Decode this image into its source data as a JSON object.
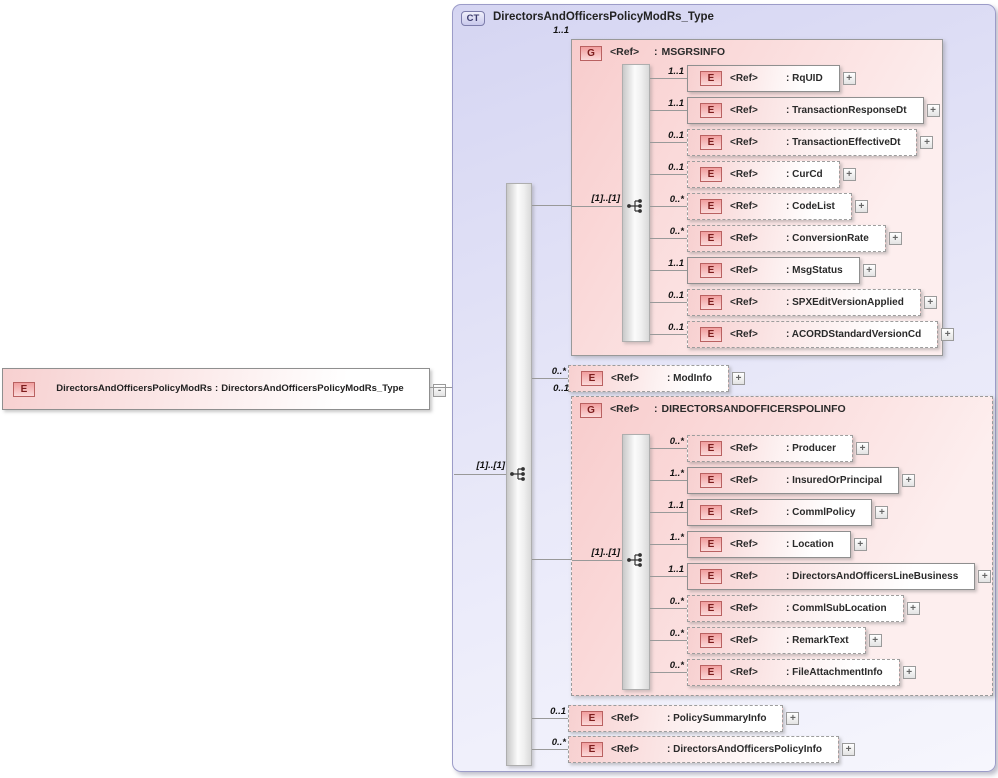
{
  "constants": {
    "expand_glyph": "+",
    "collapse_glyph": "-",
    "colon": ":"
  },
  "root_element": {
    "badge": "E",
    "name": "DirectorsAndOfficersPolicyModRs",
    "separator": ":",
    "type": "DirectorsAndOfficersPolicyModRs_Type"
  },
  "ct": {
    "badge": "CT",
    "title": "DirectorsAndOfficersPolicyModRs_Type",
    "occurrence": "[1]..[1]",
    "msgrsinfo": {
      "cardinality": "1..1",
      "badge": "G",
      "ref": "<Ref>",
      "name": "MSGRSINFO",
      "occurrence": "[1]..[1]",
      "children": [
        {
          "badge": "E",
          "cardinality": "1..1",
          "ref": "<Ref>",
          "label": ": RqUID"
        },
        {
          "badge": "E",
          "cardinality": "1..1",
          "ref": "<Ref>",
          "label": ": TransactionResponseDt"
        },
        {
          "badge": "E",
          "cardinality": "0..1",
          "ref": "<Ref>",
          "label": ": TransactionEffectiveDt"
        },
        {
          "badge": "E",
          "cardinality": "0..1",
          "ref": "<Ref>",
          "label": ": CurCd"
        },
        {
          "badge": "E",
          "cardinality": "0..*",
          "ref": "<Ref>",
          "label": ": CodeList"
        },
        {
          "badge": "E",
          "cardinality": "0..*",
          "ref": "<Ref>",
          "label": ": ConversionRate"
        },
        {
          "badge": "E",
          "cardinality": "1..1",
          "ref": "<Ref>",
          "label": ": MsgStatus"
        },
        {
          "badge": "E",
          "cardinality": "0..1",
          "ref": "<Ref>",
          "label": ": SPXEditVersionApplied"
        },
        {
          "badge": "E",
          "cardinality": "0..1",
          "ref": "<Ref>",
          "label": ": ACORDStandardVersionCd"
        }
      ]
    },
    "modinfo": {
      "badge": "E",
      "cardinality": "0..*",
      "ref": "<Ref>",
      "label": ": ModInfo"
    },
    "polinfo": {
      "cardinality": "0..1",
      "badge": "G",
      "ref": "<Ref>",
      "name": "DIRECTORSANDOFFICERSPOLINFO",
      "occurrence": "[1]..[1]",
      "children": [
        {
          "badge": "E",
          "cardinality": "0..*",
          "ref": "<Ref>",
          "label": ": Producer"
        },
        {
          "badge": "E",
          "cardinality": "1..*",
          "ref": "<Ref>",
          "label": ": InsuredOrPrincipal"
        },
        {
          "badge": "E",
          "cardinality": "1..1",
          "ref": "<Ref>",
          "label": ": CommlPolicy"
        },
        {
          "badge": "E",
          "cardinality": "1..*",
          "ref": "<Ref>",
          "label": ": Location"
        },
        {
          "badge": "E",
          "cardinality": "1..1",
          "ref": "<Ref>",
          "label": ": DirectorsAndOfficersLineBusiness"
        },
        {
          "badge": "E",
          "cardinality": "0..*",
          "ref": "<Ref>",
          "label": ": CommlSubLocation"
        },
        {
          "badge": "E",
          "cardinality": "0..*",
          "ref": "<Ref>",
          "label": ": RemarkText"
        },
        {
          "badge": "E",
          "cardinality": "0..*",
          "ref": "<Ref>",
          "label": ": FileAttachmentInfo"
        }
      ]
    },
    "policy_summary": {
      "badge": "E",
      "cardinality": "0..1",
      "ref": "<Ref>",
      "label": ": PolicySummaryInfo"
    },
    "dao_policy_info": {
      "badge": "E",
      "cardinality": "0..*",
      "ref": "<Ref>",
      "label": ": DirectorsAndOfficersPolicyInfo"
    }
  },
  "colors": {
    "container_fill": "#dcdcf6",
    "container_border": "#9c9cc8",
    "group_fill": "#f8cccc",
    "element_fill": "#f7d0d0",
    "badge_fill": "#f19e9e",
    "badge_border": "#b96161",
    "line": "#999999"
  }
}
